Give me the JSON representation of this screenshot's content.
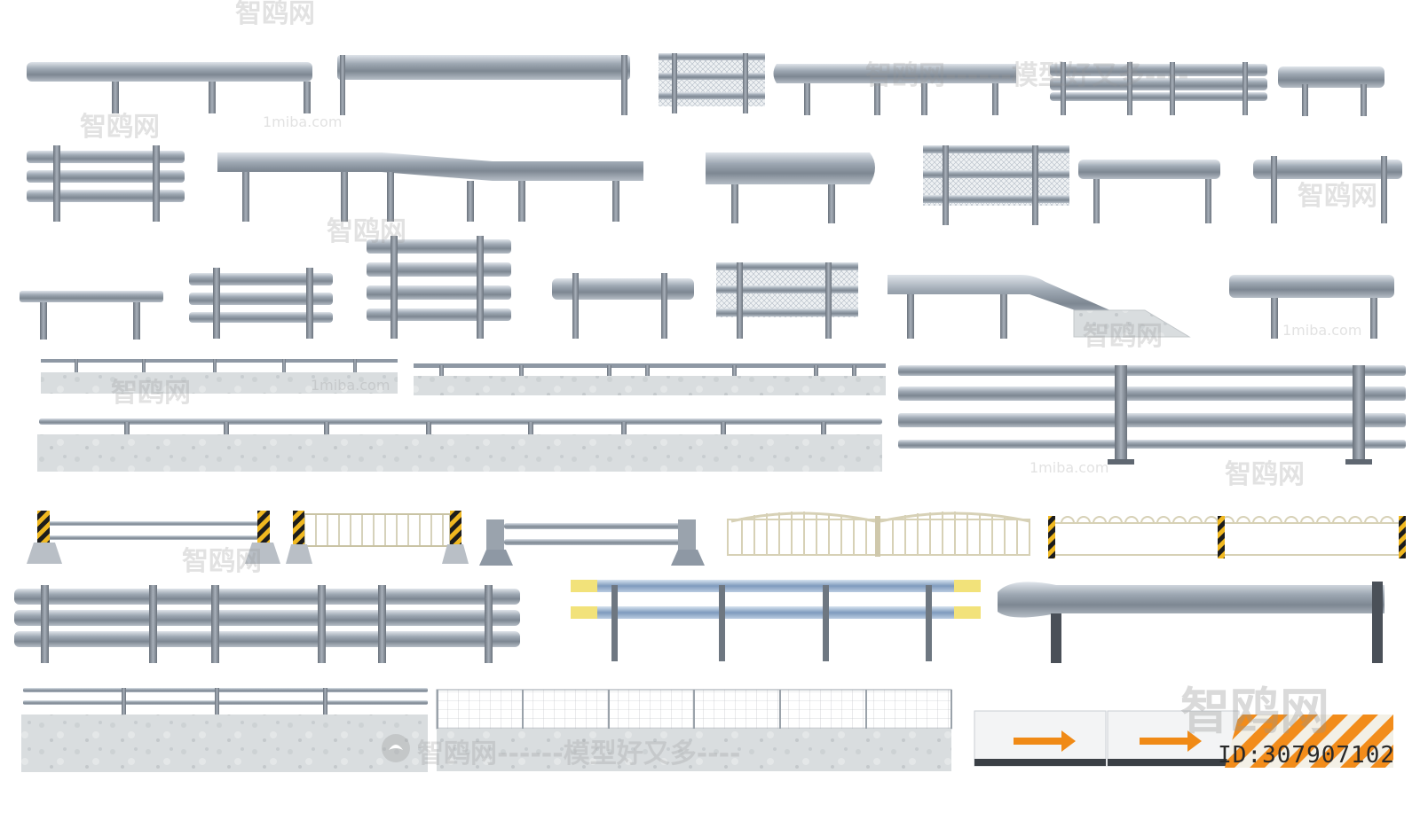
{
  "asset_id_label": "ID:307907102",
  "watermarks": {
    "site_cn": "智鸥网",
    "site_en": "1miba.com",
    "tagline": "智鸥网------模型好又多----",
    "tagline_short": "------模型好又多"
  },
  "colors": {
    "rail": "#8e98a4",
    "rail_light": "#c3cad3",
    "rail_dark": "#5f6771",
    "post": "#7b848f",
    "concrete": "#d6dadb",
    "mesh": "#e4e8eb",
    "hazard_yellow": "#f0b820",
    "hazard_orange": "#f28c1a",
    "arrow_orange": "#f08a16",
    "fence_cream": "#e9e4cf",
    "blue_rail": "#8aa6c8",
    "reflector_yellow": "#f2e27a"
  },
  "icons": [
    "guardrail-icon",
    "concrete-barrier-icon",
    "mesh-fence-icon",
    "arrow-right-icon",
    "hazard-stripes-icon",
    "watermark-logo-icon"
  ]
}
